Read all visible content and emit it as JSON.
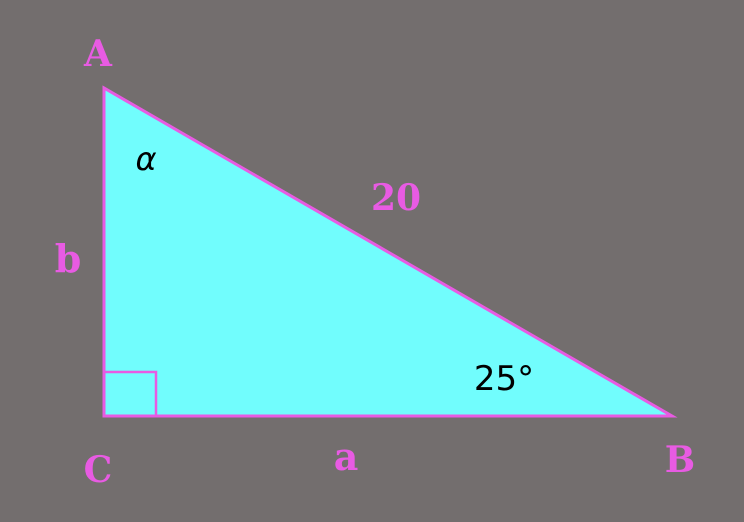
{
  "diagram": {
    "vertices": {
      "A": "A",
      "B": "B",
      "C": "C"
    },
    "sides": {
      "hypotenuse": "20",
      "a": "a",
      "b": "b"
    },
    "angles": {
      "alpha": "α",
      "B": "25°"
    },
    "colors": {
      "background": "#736e6e",
      "triangle_fill": "#71fdfd",
      "stroke": "#e85be3",
      "label": "#e85be3",
      "angle_label": "#000000"
    }
  }
}
